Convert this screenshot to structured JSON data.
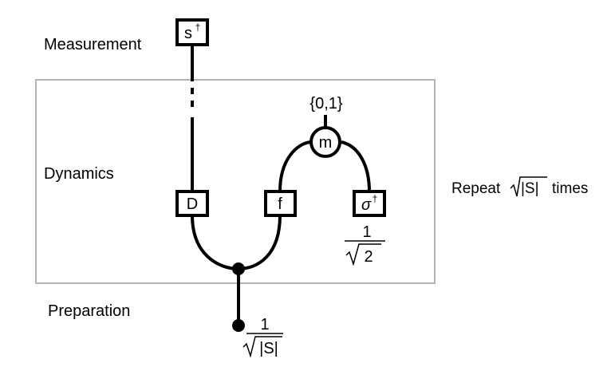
{
  "labels": {
    "measurement": "Measurement",
    "dynamics": "Dynamics",
    "preparation": "Preparation",
    "repeat_prefix": "Repeat",
    "repeat_radicand": "|S|",
    "repeat_suffix": "times"
  },
  "boxes": {
    "s_dagger": "s",
    "s_dagger_sup": "†",
    "D": "D",
    "f": "f",
    "sigma_dagger": "σ",
    "sigma_dagger_sup": "†",
    "m": "m"
  },
  "annotations": {
    "measure_outcome": "{0,1}",
    "sigma_coeff_num": "1",
    "sigma_coeff_radicand": "2",
    "prep_coeff_num": "1",
    "prep_coeff_radicand": "|S|"
  },
  "colors": {
    "frame": "#b3b3b3",
    "ink": "#000000"
  }
}
